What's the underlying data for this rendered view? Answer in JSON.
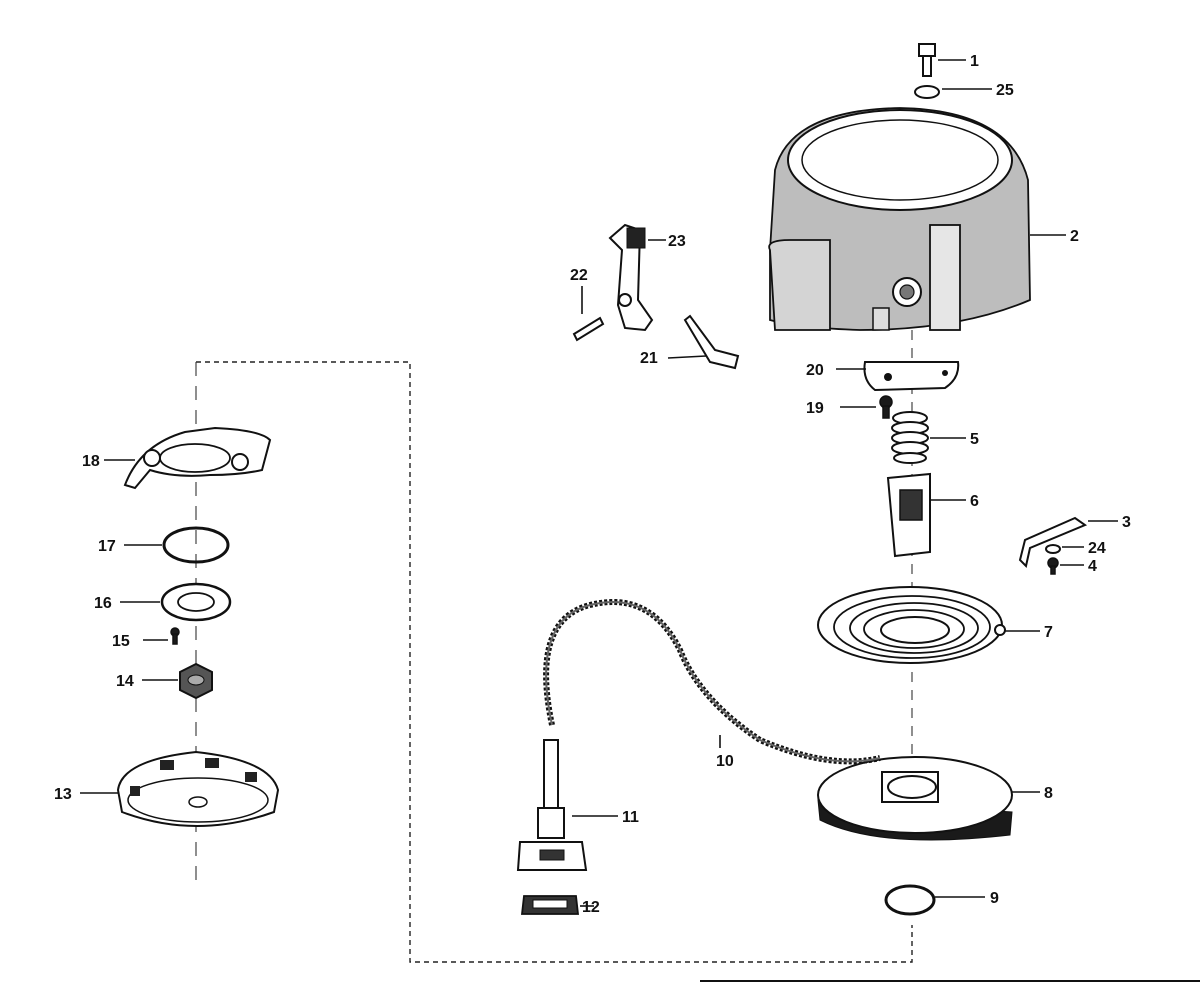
{
  "labels": {
    "p1": "1",
    "p2": "2",
    "p3": "3",
    "p4": "4",
    "p5": "5",
    "p6": "6",
    "p7": "7",
    "p8": "8",
    "p9": "9",
    "p10": "10",
    "p11": "11",
    "p12": "12",
    "p13": "13",
    "p14": "14",
    "p15": "15",
    "p16": "16",
    "p17": "17",
    "p18": "18",
    "p19": "19",
    "p20": "20",
    "p21": "21",
    "p22": "22",
    "p23": "23",
    "p24": "24",
    "p25": "25"
  },
  "colors": {
    "ink": "#111111",
    "housing_fill": "#bdbdbd",
    "background": "#ffffff"
  }
}
